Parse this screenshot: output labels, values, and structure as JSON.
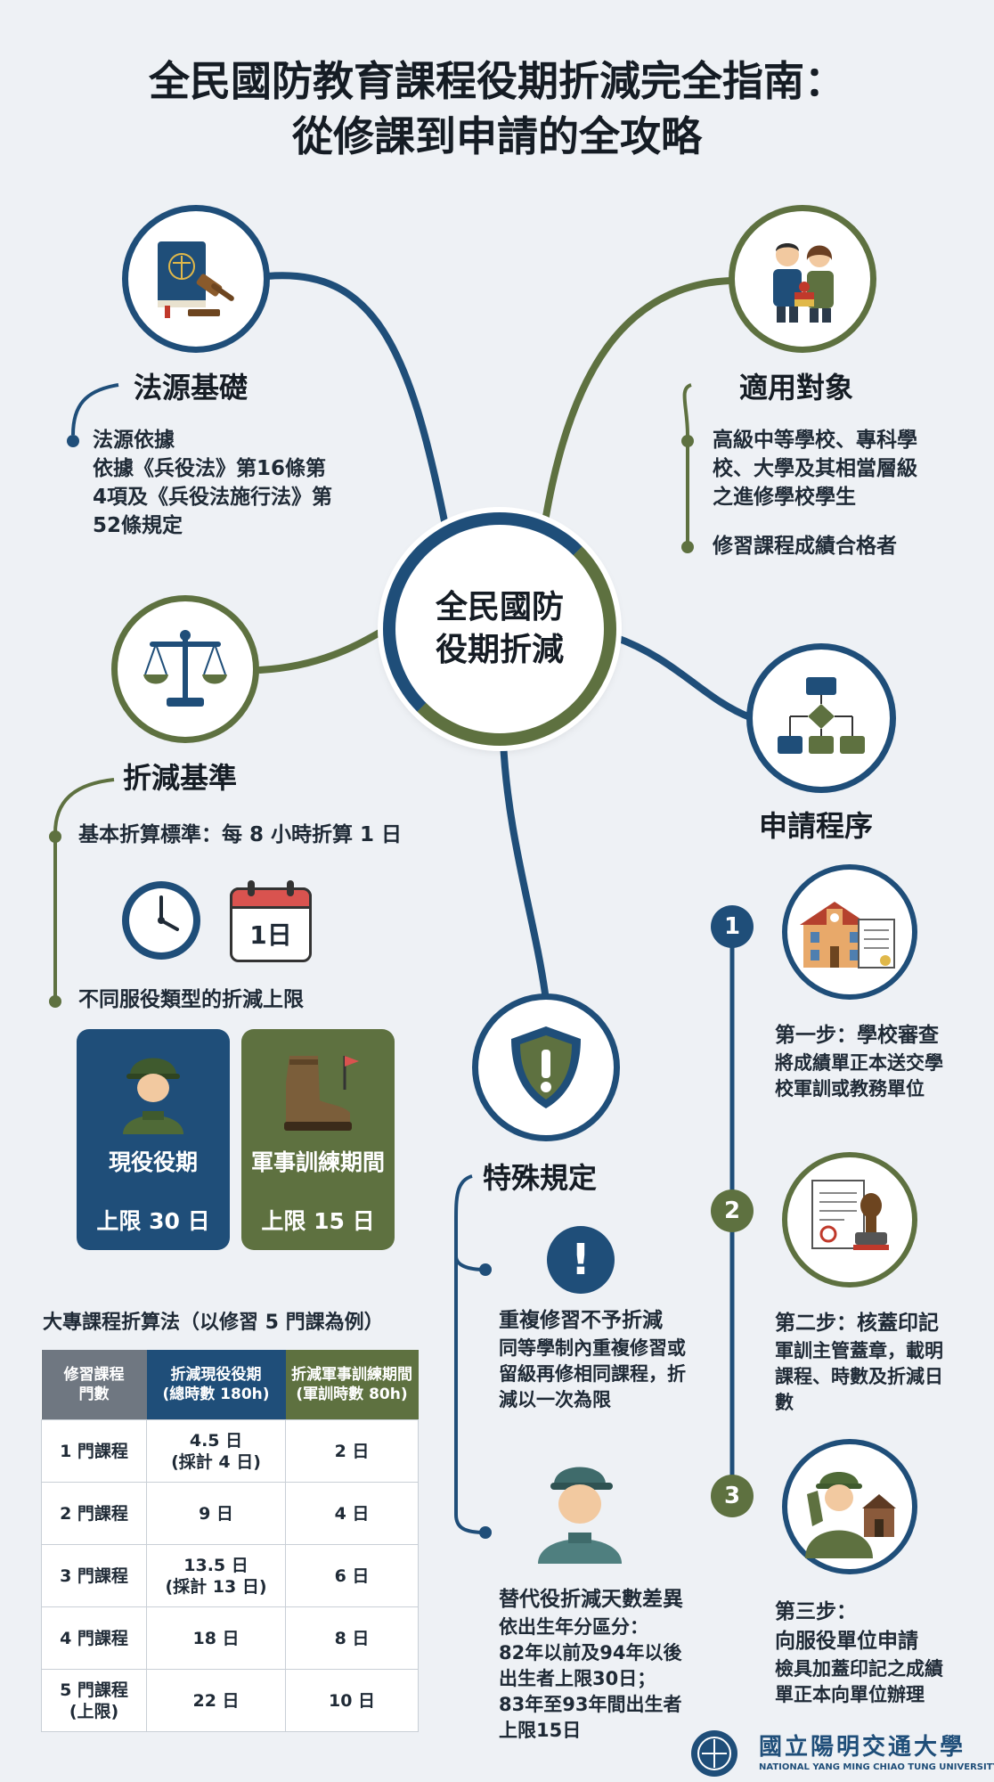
{
  "title": {
    "line1": "全民國防教育課程役期折減完全指南：",
    "line2": "從修課到申請的全攻略"
  },
  "center": {
    "line1": "全民國防",
    "line2": "役期折減"
  },
  "legal": {
    "heading": "法源基礎",
    "item_title": "法源依據",
    "item_body_1": "依據《兵役法》第16條第",
    "item_body_2": "4項及《兵役法施行法》第",
    "item_body_3": "52條規定"
  },
  "eligibility": {
    "heading": "適用對象",
    "item1_l1": "高級中等學校、專科學",
    "item1_l2": "校、大學及其相當層級",
    "item1_l3": "之進修學校學生",
    "item2": "修習課程成績合格者"
  },
  "standard": {
    "heading": "折減基準",
    "basic": "基本折算標準：每 8 小時折算 1 日",
    "calendar_label": "1日",
    "limit_title": "不同服役類型的折減上限",
    "cards": [
      {
        "label": "現役役期",
        "limit": "上限 30 日",
        "color": "#1f4e79"
      },
      {
        "label": "軍事訓練期間",
        "limit": "上限 15 日",
        "color": "#5e7140"
      }
    ]
  },
  "table": {
    "caption": "大專課程折算法（以修習 5 門課為例）",
    "headers": [
      {
        "l1": "修習課程",
        "l2": "門數"
      },
      {
        "l1": "折減現役役期",
        "l2": "(總時數 180h)"
      },
      {
        "l1": "折減軍事訓練期間",
        "l2": "(軍訓時數 80h)"
      }
    ],
    "rows": [
      {
        "c1": "1 門課程",
        "c1b": "",
        "c2": "4.5 日",
        "c2b": "(採計 4 日)",
        "c3": "2 日"
      },
      {
        "c1": "2 門課程",
        "c1b": "",
        "c2": "9 日",
        "c2b": "",
        "c3": "4 日"
      },
      {
        "c1": "3 門課程",
        "c1b": "",
        "c2": "13.5 日",
        "c2b": "(採計 13 日)",
        "c3": "6 日"
      },
      {
        "c1": "4 門課程",
        "c1b": "",
        "c2": "18 日",
        "c2b": "",
        "c3": "8 日"
      },
      {
        "c1": "5 門課程",
        "c1b": "(上限)",
        "c2": "22 日",
        "c2b": "",
        "c3": "10 日"
      }
    ]
  },
  "special": {
    "heading": "特殊規定",
    "item1_title": "重複修習不予折減",
    "item1_l1": "同等學制內重複修習或",
    "item1_l2": "留級再修相同課程，折",
    "item1_l3": "減以一次為限",
    "item2_title": "替代役折減天數差異",
    "item2_l1": "依出生年分區分：",
    "item2_l2": "82年以前及94年以後",
    "item2_l3": "出生者上限30日；",
    "item2_l4": "83年至93年間出生者",
    "item2_l5": "上限15日"
  },
  "procedure": {
    "heading": "申請程序",
    "steps": [
      {
        "num": "1",
        "title_l1": "第一步：學校審查",
        "title_l2": "",
        "body_l1": "將成績單正本送交學",
        "body_l2": "校軍訓或教務單位",
        "body_l3": ""
      },
      {
        "num": "2",
        "title_l1": "第二步：核蓋印記",
        "title_l2": "",
        "body_l1": "軍訓主管蓋章，載明",
        "body_l2": "課程、時數及折減日",
        "body_l3": "數"
      },
      {
        "num": "3",
        "title_l1": "第三步：",
        "title_l2": "向服役單位申請",
        "body_l1": "檢具加蓋印記之成績",
        "body_l2": "單正本向單位辦理",
        "body_l3": ""
      }
    ]
  },
  "footer": {
    "name_cn": "國立陽明交通大學",
    "name_en": "NATIONAL YANG MING CHIAO TUNG UNIVERSITY"
  },
  "colors": {
    "blue": "#1f4e79",
    "green": "#5e7140",
    "background": "#eef1f5"
  }
}
